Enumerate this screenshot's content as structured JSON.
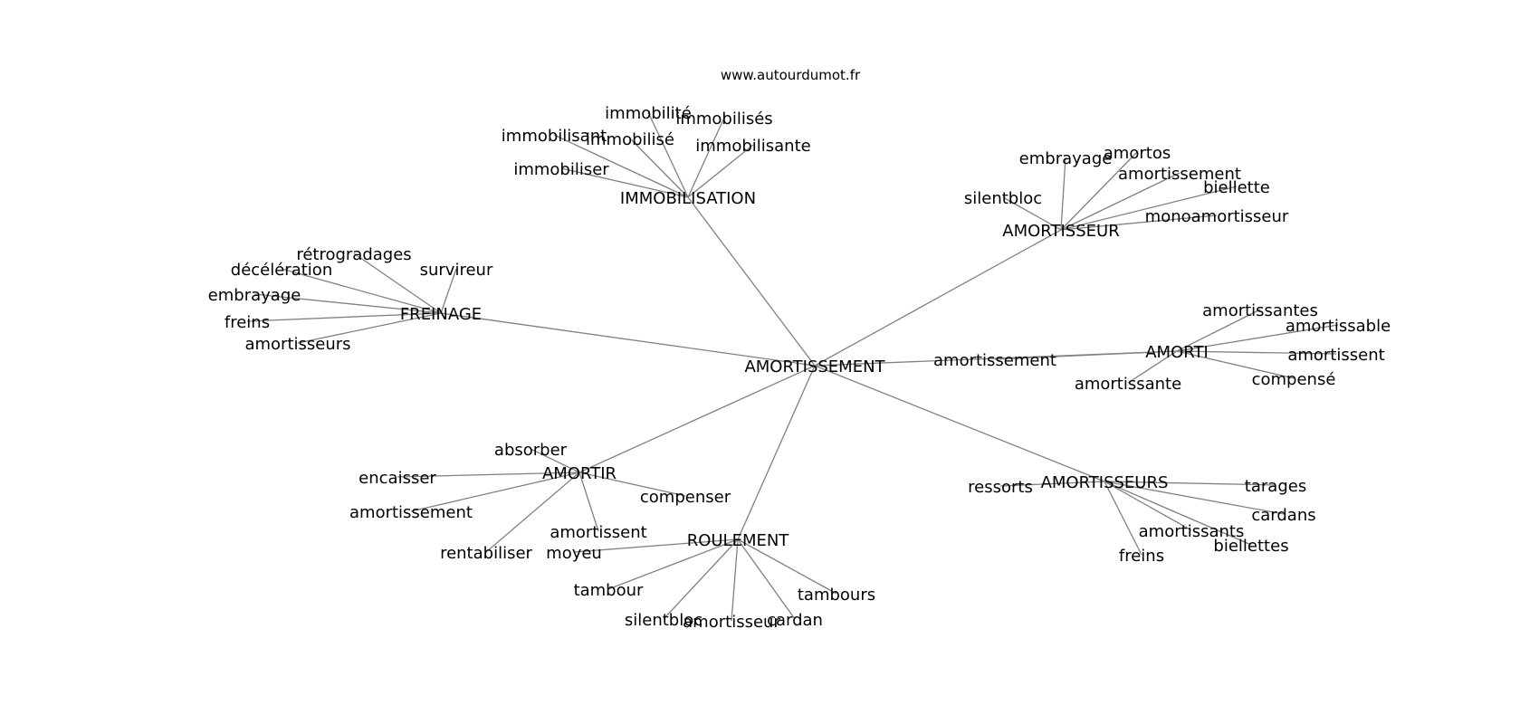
{
  "site_label": "www.autourdumot.fr",
  "colors": {
    "edge": "#808080",
    "text": "#000000",
    "background": "#ffffff"
  },
  "center": "AMORTISSEMENT",
  "hubs": [
    {
      "id": "immobilisation",
      "label": "IMMOBILISATION",
      "words": [
        "immobilité",
        "immobilisés",
        "immobilisant",
        "immobilisé",
        "immobilisante",
        "immobiliser"
      ]
    },
    {
      "id": "amortisseur",
      "label": "AMORTISSEUR",
      "words": [
        "embrayage",
        "amortos",
        "amortissement",
        "biellette",
        "silentbloc",
        "monoamortisseur"
      ]
    },
    {
      "id": "freinage",
      "label": "FREINAGE",
      "words": [
        "rétrogradages",
        "décélération",
        "survireur",
        "embrayage",
        "freins",
        "amortisseurs"
      ]
    },
    {
      "id": "amorti",
      "label": "AMORTI",
      "words": [
        "amortissantes",
        "amortissable",
        "amortissement",
        "amortissent",
        "amortissante",
        "compensé"
      ]
    },
    {
      "id": "amortir",
      "label": "AMORTIR",
      "words": [
        "absorber",
        "encaisser",
        "compenser",
        "amortissement",
        "amortissent",
        "rentabiliser"
      ]
    },
    {
      "id": "amortisseurs",
      "label": "AMORTISSEURS",
      "words": [
        "ressorts",
        "tarages",
        "cardans",
        "amortissants",
        "biellettes",
        "freins"
      ]
    },
    {
      "id": "roulement",
      "label": "ROULEMENT",
      "words": [
        "moyeu",
        "tambour",
        "tambours",
        "silentbloc",
        "amortisseur",
        "cardan"
      ]
    }
  ]
}
